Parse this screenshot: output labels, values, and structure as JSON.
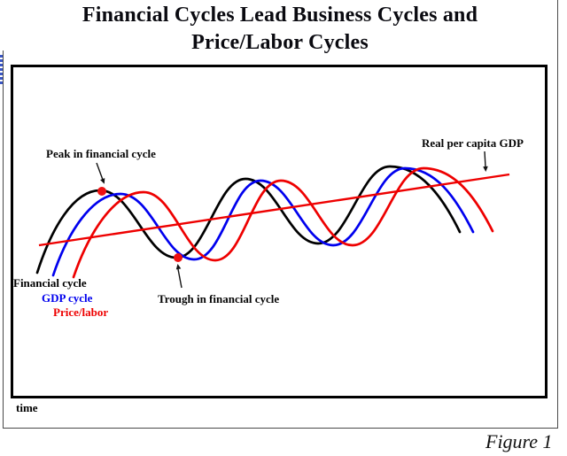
{
  "title": {
    "line1": "Financial Cycles Lead Business Cycles and",
    "line2": "Price/Labor Cycles",
    "color": "#0a0a10"
  },
  "colors": {
    "financial": "#000000",
    "gdp": "#0000ee",
    "price": "#ee0000",
    "trend": "#ee0000",
    "marker": "#ee1111",
    "arrow": "#111111"
  },
  "annotations": {
    "peak_label": "Peak in financial cycle",
    "trough_label": "Trough in financial cycle",
    "trend_label": "Real per capita GDP"
  },
  "legend": {
    "financial": "Financial cycle",
    "gdp": "GDP cycle",
    "price": "Price/labor"
  },
  "axis": {
    "x_label": "time"
  },
  "caption": "Figure 1",
  "chart_data": {
    "type": "line",
    "title": "Financial Cycles Lead Business Cycles and Price/Labor Cycles",
    "xlabel": "time",
    "ylabel": "",
    "axes_numeric": false,
    "grid": false,
    "legend_position": "lower-left, stacked colored labels",
    "description": "Schematic of three phase-shifted sinusoidal cycles oscillating around a rising linear trend; the black financial cycle leads the blue GDP cycle, which leads the red price/labor cycle.",
    "series": [
      {
        "name": "Financial cycle",
        "color": "#000000",
        "phase_lag_of_period": 0.0,
        "peaks_x_frac": [
          0.17,
          0.44,
          0.71
        ],
        "troughs_x_frac": [
          0.31,
          0.58,
          0.84
        ]
      },
      {
        "name": "GDP cycle",
        "color": "#0000ee",
        "phase_lag_of_period": 0.1,
        "peaks_x_frac": [
          0.2,
          0.47,
          0.74
        ],
        "troughs_x_frac": [
          0.34,
          0.61,
          0.87
        ]
      },
      {
        "name": "Price/labor",
        "color": "#ee0000",
        "phase_lag_of_period": 0.25,
        "peaks_x_frac": [
          0.25,
          0.51,
          0.77
        ],
        "troughs_x_frac": [
          0.38,
          0.64,
          0.9
        ]
      }
    ],
    "trend_line": {
      "name": "Real per capita GDP",
      "color": "#ee0000",
      "shape": "straight rising line from lower-left to upper-right"
    },
    "markers": [
      {
        "label": "Peak in financial cycle",
        "on": "first peak of financial cycle",
        "style": "red dot"
      },
      {
        "label": "Trough in financial cycle",
        "on": "first trough of financial cycle",
        "style": "red dot"
      }
    ]
  }
}
